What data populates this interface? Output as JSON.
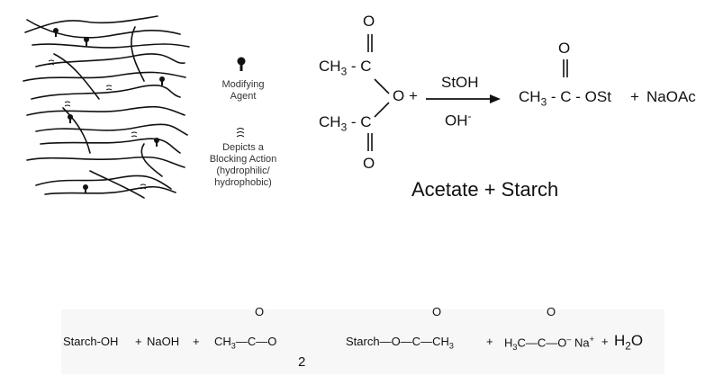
{
  "legend": {
    "agent_label": "Modifying\nAgent",
    "blocking_label": "Depicts a\nBlocking Action\n(hydrophilic/\nhydrophobic)"
  },
  "reaction1": {
    "ch3_top": "CH3 - C",
    "ch3_bottom": "CH3 - C",
    "o_top": "O",
    "o_bottom": "O",
    "o_bridge": "O +",
    "reagent_above": "StOH",
    "reagent_below": "OH-",
    "product": "CH3 - C - OSt",
    "product_o": "O",
    "plus": "+",
    "byproduct": "NaOAc",
    "caption": "Acetate + Starch"
  },
  "reaction2": {
    "starch_oh": "Starch-OH",
    "plus1": "+",
    "naoh": "NaOH",
    "plus2": "+",
    "anhydride_inner": "CH3—C—O",
    "anhydride_o": "O",
    "subscript": "2",
    "product_starch": "Starch—O—C—CH3",
    "product_o": "O",
    "plus3": "+",
    "acetate": "H3C—C—O Na+",
    "acetate_o": "O",
    "plus4": "+",
    "water": "H2O"
  }
}
